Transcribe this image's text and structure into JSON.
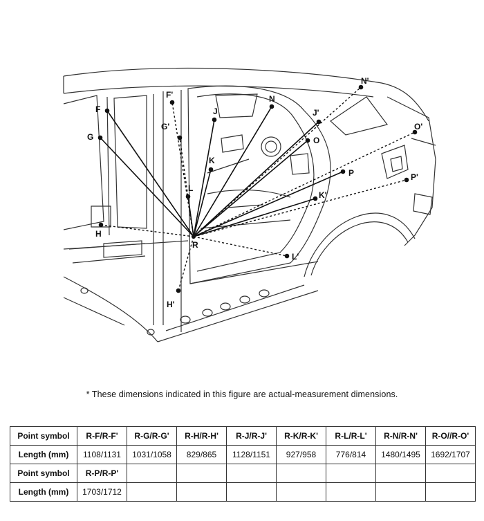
{
  "labels": {
    "F": "F",
    "F_prime": "F'",
    "G": "G",
    "G_prime": "G'",
    "H": "H",
    "H_prime": "H'",
    "J": "J",
    "J_prime": "J'",
    "K": "K",
    "K_prime": "K'",
    "L": "L",
    "L_prime": "L'",
    "N": "N",
    "N_prime": "N'",
    "O": "O",
    "O_prime": "O'",
    "P": "P",
    "P_prime": "P'",
    "R": "R"
  },
  "note": "*  These dimensions indicated in this figure are actual-measurement dimensions.",
  "table": {
    "rows": [
      {
        "header": "Point symbol",
        "cells": [
          "R-F/R-F'",
          "R-G/R-G'",
          "R-H/R-H'",
          "R-J/R-J'",
          "R-K/R-K'",
          "R-L/R-L'",
          "R-N/R-N'",
          "R-O//R-O'"
        ]
      },
      {
        "header": "Length (mm)",
        "cells": [
          "1108/1131",
          "1031/1058",
          "829/865",
          "1128/1151",
          "927/958",
          "776/814",
          "1480/1495",
          "1692/1707"
        ]
      },
      {
        "header": "Point symbol",
        "cells": [
          "R-P/R-P'",
          "",
          "",
          "",
          "",
          "",
          "",
          ""
        ]
      },
      {
        "header": "Length (mm)",
        "cells": [
          "1703/1712",
          "",
          "",
          "",
          "",
          "",
          "",
          ""
        ]
      }
    ]
  }
}
